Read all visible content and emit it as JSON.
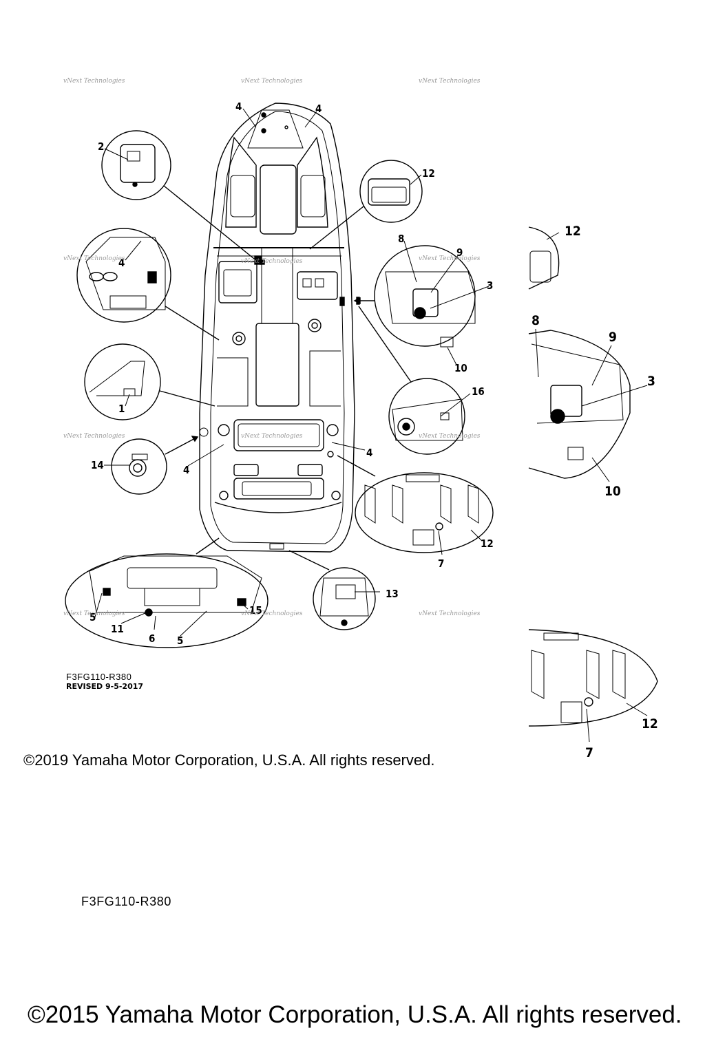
{
  "watermark": "vNext Technologies",
  "callouts": [
    "1",
    "2",
    "3",
    "4",
    "5",
    "6",
    "7",
    "8",
    "9",
    "10",
    "11",
    "12",
    "13",
    "14",
    "15",
    "16"
  ],
  "main_diagram": {
    "drawing_code": "F3FG110-R380",
    "revised": "REVISED 9-5-2017",
    "copyright": "©2019 Yamaha Motor Corporation, U.S.A. All rights reserved."
  },
  "background_layer": {
    "drawing_code": "F3FG110-R380",
    "copyright": "©2015 Yamaha Motor Corporation, U.S.A. All rights reserved."
  }
}
